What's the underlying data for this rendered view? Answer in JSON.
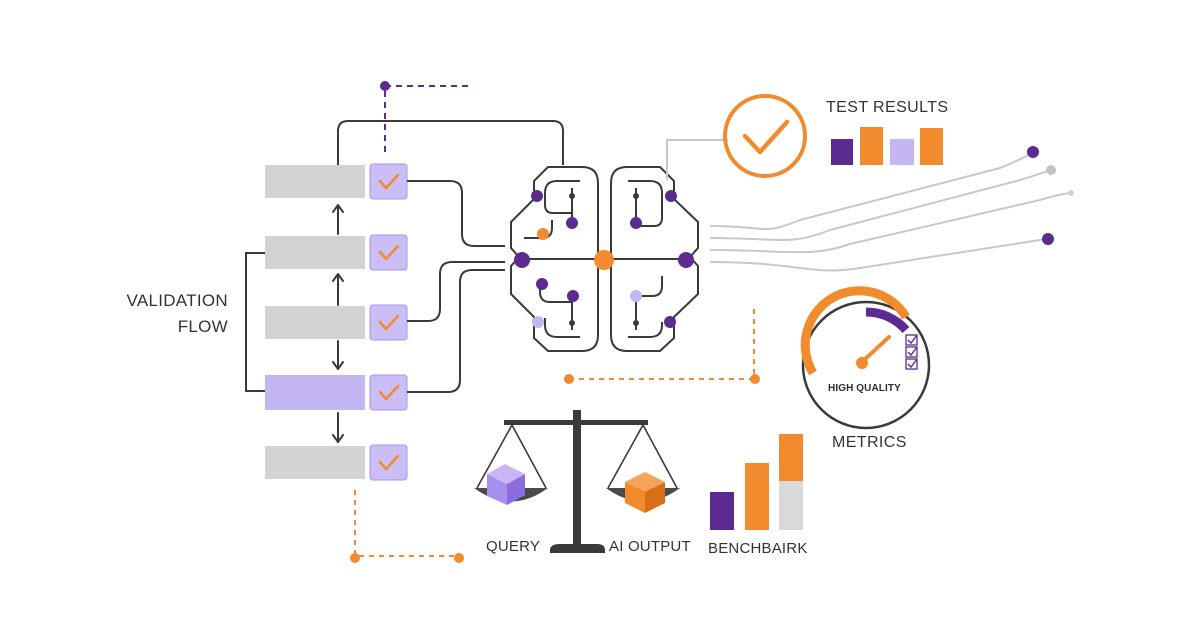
{
  "labels": {
    "validation_line1": "VALIDATION",
    "validation_line2": "FLOW",
    "test_results": "TEST RESULTS",
    "high_quality": "HIGH QUALITY",
    "metrics": "METRICS",
    "query": "QUERY",
    "ai_output": "AI OUTPUT",
    "benchmark": "BENCHBAIRK"
  },
  "flow_steps": [
    {
      "state": "default",
      "checked": true
    },
    {
      "state": "default",
      "checked": true
    },
    {
      "state": "default",
      "checked": true
    },
    {
      "state": "highlighted",
      "checked": true
    },
    {
      "state": "default",
      "checked": true
    }
  ],
  "test_results_bars": [
    {
      "color": "#5b2b91"
    },
    {
      "color": "#f28a2e"
    },
    {
      "color": "#c4b6f2"
    },
    {
      "color": "#f28a2e"
    }
  ],
  "gauge": {
    "level": 0.7
  },
  "benchmark_bars": [
    {
      "color": "#5b2b91"
    },
    {
      "color": "#f28a2e"
    },
    {
      "color": "#f28a2e",
      "secondary": "#d9d9d9"
    }
  ],
  "icons": [
    "check-icon",
    "brain-circuit-icon",
    "balance-scale-icon",
    "cube-icon",
    "gauge-icon"
  ],
  "colors": {
    "purple": "#5b2b91",
    "lavender": "#c4b6f2",
    "orange": "#f28a2e",
    "gray": "#d6d6d6",
    "line": "#3a3a3a"
  }
}
